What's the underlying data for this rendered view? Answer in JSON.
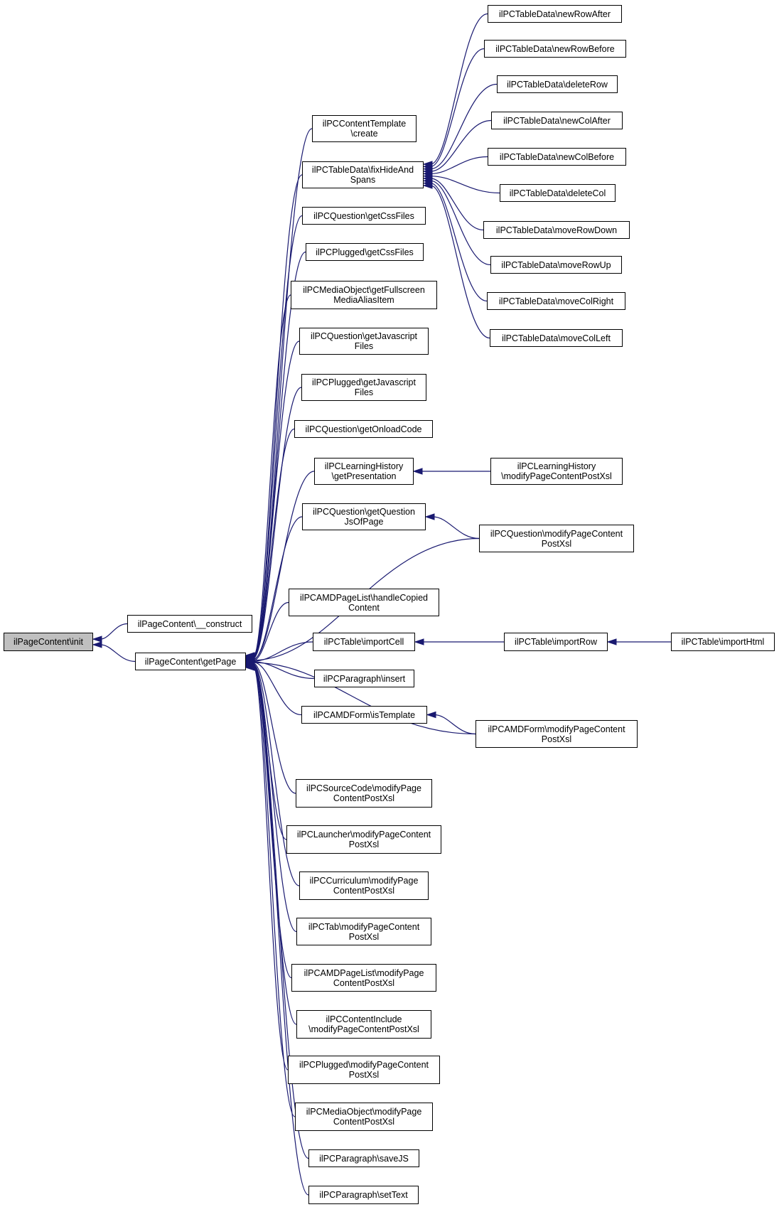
{
  "nodes": [
    {
      "id": "init",
      "label": "ilPageContent\\init",
      "root": true
    },
    {
      "id": "construct",
      "label": "ilPageContent\\__construct"
    },
    {
      "id": "getPage",
      "label": "ilPageContent\\getPage"
    },
    {
      "id": "ctCreate",
      "label": "ilPCContentTemplate\n\\create"
    },
    {
      "id": "fixHide",
      "label": "ilPCTableData\\fixHideAnd\nSpans"
    },
    {
      "id": "qCss",
      "label": "ilPCQuestion\\getCssFiles"
    },
    {
      "id": "pCss",
      "label": "ilPCPlugged\\getCssFiles"
    },
    {
      "id": "moFull",
      "label": "ilPCMediaObject\\getFullscreen\nMediaAliasItem"
    },
    {
      "id": "qJs",
      "label": "ilPCQuestion\\getJavascript\nFiles"
    },
    {
      "id": "pJs",
      "label": "ilPCPlugged\\getJavascript\nFiles"
    },
    {
      "id": "qOnload",
      "label": "ilPCQuestion\\getOnloadCode"
    },
    {
      "id": "lhPres",
      "label": "ilPCLearningHistory\n\\getPresentation"
    },
    {
      "id": "qQuestJs",
      "label": "ilPCQuestion\\getQuestion\nJsOfPage"
    },
    {
      "id": "amdHandle",
      "label": "ilPCAMDPageList\\handleCopied\nContent"
    },
    {
      "id": "tImportCell",
      "label": "ilPCTable\\importCell"
    },
    {
      "id": "parInsert",
      "label": "ilPCParagraph\\insert"
    },
    {
      "id": "amdIsTpl",
      "label": "ilPCAMDForm\\isTemplate"
    },
    {
      "id": "scMod",
      "label": "ilPCSourceCode\\modifyPage\nContentPostXsl"
    },
    {
      "id": "launchMod",
      "label": "ilPCLauncher\\modifyPageContent\nPostXsl"
    },
    {
      "id": "currMod",
      "label": "ilPCCurriculum\\modifyPage\nContentPostXsl"
    },
    {
      "id": "tabMod",
      "label": "ilPCTab\\modifyPageContent\nPostXsl"
    },
    {
      "id": "amdListMod",
      "label": "ilPCAMDPageList\\modifyPage\nContentPostXsl"
    },
    {
      "id": "ciMod",
      "label": "ilPCContentInclude\n\\modifyPageContentPostXsl"
    },
    {
      "id": "plugMod",
      "label": "ilPCPlugged\\modifyPageContent\nPostXsl"
    },
    {
      "id": "moMod",
      "label": "ilPCMediaObject\\modifyPage\nContentPostXsl"
    },
    {
      "id": "parSaveJS",
      "label": "ilPCParagraph\\saveJS"
    },
    {
      "id": "parSetText",
      "label": "ilPCParagraph\\setText"
    },
    {
      "id": "tdNewRowAfter",
      "label": "ilPCTableData\\newRowAfter"
    },
    {
      "id": "tdNewRowBefore",
      "label": "ilPCTableData\\newRowBefore"
    },
    {
      "id": "tdDeleteRow",
      "label": "ilPCTableData\\deleteRow"
    },
    {
      "id": "tdNewColAfter",
      "label": "ilPCTableData\\newColAfter"
    },
    {
      "id": "tdNewColBefore",
      "label": "ilPCTableData\\newColBefore"
    },
    {
      "id": "tdDeleteCol",
      "label": "ilPCTableData\\deleteCol"
    },
    {
      "id": "tdMoveRowDown",
      "label": "ilPCTableData\\moveRowDown"
    },
    {
      "id": "tdMoveRowUp",
      "label": "ilPCTableData\\moveRowUp"
    },
    {
      "id": "tdMoveColRight",
      "label": "ilPCTableData\\moveColRight"
    },
    {
      "id": "tdMoveColLeft",
      "label": "ilPCTableData\\moveColLeft"
    },
    {
      "id": "lhMod",
      "label": "ilPCLearningHistory\n\\modifyPageContentPostXsl"
    },
    {
      "id": "qMod",
      "label": "ilPCQuestion\\modifyPageContent\nPostXsl"
    },
    {
      "id": "tImportRow",
      "label": "ilPCTable\\importRow"
    },
    {
      "id": "amdFormMod",
      "label": "ilPCAMDForm\\modifyPageContent\nPostXsl"
    },
    {
      "id": "tImportHtml",
      "label": "ilPCTable\\importHtml"
    }
  ],
  "edges": [
    {
      "from": "construct",
      "to": "init"
    },
    {
      "from": "getPage",
      "to": "init"
    },
    {
      "from": "ctCreate",
      "to": "getPage"
    },
    {
      "from": "fixHide",
      "to": "getPage"
    },
    {
      "from": "qCss",
      "to": "getPage"
    },
    {
      "from": "pCss",
      "to": "getPage"
    },
    {
      "from": "moFull",
      "to": "getPage"
    },
    {
      "from": "qJs",
      "to": "getPage"
    },
    {
      "from": "pJs",
      "to": "getPage"
    },
    {
      "from": "qOnload",
      "to": "getPage"
    },
    {
      "from": "lhPres",
      "to": "getPage"
    },
    {
      "from": "qQuestJs",
      "to": "getPage"
    },
    {
      "from": "qMod",
      "to": "getPage"
    },
    {
      "from": "amdHandle",
      "to": "getPage"
    },
    {
      "from": "tImportCell",
      "to": "getPage"
    },
    {
      "from": "parInsert",
      "to": "getPage"
    },
    {
      "from": "amdIsTpl",
      "to": "getPage"
    },
    {
      "from": "amdFormMod",
      "to": "getPage"
    },
    {
      "from": "scMod",
      "to": "getPage"
    },
    {
      "from": "launchMod",
      "to": "getPage"
    },
    {
      "from": "currMod",
      "to": "getPage"
    },
    {
      "from": "tabMod",
      "to": "getPage"
    },
    {
      "from": "amdListMod",
      "to": "getPage"
    },
    {
      "from": "ciMod",
      "to": "getPage"
    },
    {
      "from": "plugMod",
      "to": "getPage"
    },
    {
      "from": "moMod",
      "to": "getPage"
    },
    {
      "from": "parSaveJS",
      "to": "getPage"
    },
    {
      "from": "parSetText",
      "to": "getPage"
    },
    {
      "from": "tdNewRowAfter",
      "to": "fixHide"
    },
    {
      "from": "tdNewRowBefore",
      "to": "fixHide"
    },
    {
      "from": "tdDeleteRow",
      "to": "fixHide"
    },
    {
      "from": "tdNewColAfter",
      "to": "fixHide"
    },
    {
      "from": "tdNewColBefore",
      "to": "fixHide"
    },
    {
      "from": "tdDeleteCol",
      "to": "fixHide"
    },
    {
      "from": "tdMoveRowDown",
      "to": "fixHide"
    },
    {
      "from": "tdMoveRowUp",
      "to": "fixHide"
    },
    {
      "from": "tdMoveColRight",
      "to": "fixHide"
    },
    {
      "from": "tdMoveColLeft",
      "to": "fixHide"
    },
    {
      "from": "lhMod",
      "to": "lhPres"
    },
    {
      "from": "qMod",
      "to": "qQuestJs"
    },
    {
      "from": "tImportRow",
      "to": "tImportCell"
    },
    {
      "from": "tImportHtml",
      "to": "tImportRow"
    },
    {
      "from": "amdFormMod",
      "to": "amdIsTpl"
    }
  ],
  "colors": {
    "edge": "#191970",
    "root_fill": "#bfbfbf",
    "node_border": "#000000"
  }
}
